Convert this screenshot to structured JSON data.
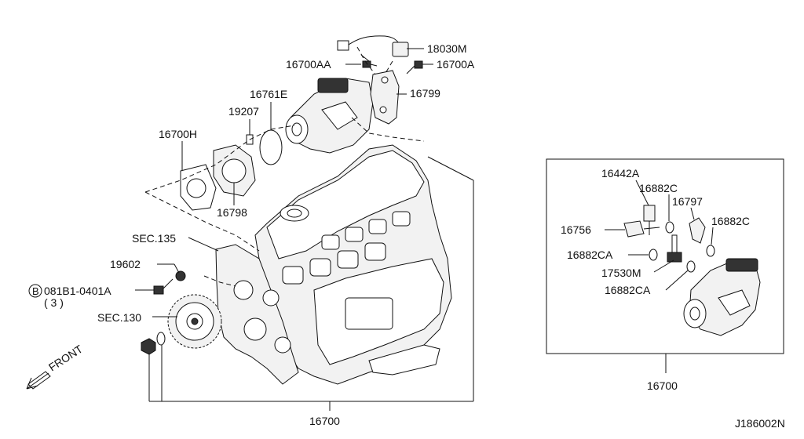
{
  "labels": {
    "p18030M": "18030M",
    "p16700AA": "16700AA",
    "p16700A": "16700A",
    "p16799": "16799",
    "p16761E": "16761E",
    "p19207": "19207",
    "p16700H": "16700H",
    "p16798": "16798",
    "sec135": "SEC.135",
    "p19602": "19602",
    "bolt": "081B1-0401A",
    "bolt_prefix": "B",
    "bolt_qty": "( 3 )",
    "sec130": "SEC.130",
    "front": "FRONT",
    "p16700_main": "16700",
    "p16442A": "16442A",
    "p16882C_a": "16882C",
    "p16797": "16797",
    "p16882C_b": "16882C",
    "p16756": "16756",
    "p16882CA_a": "16882CA",
    "p17530M": "17530M",
    "p16882CA_b": "16882CA",
    "p16700_inset": "16700",
    "diagram_id": "J186002N"
  }
}
